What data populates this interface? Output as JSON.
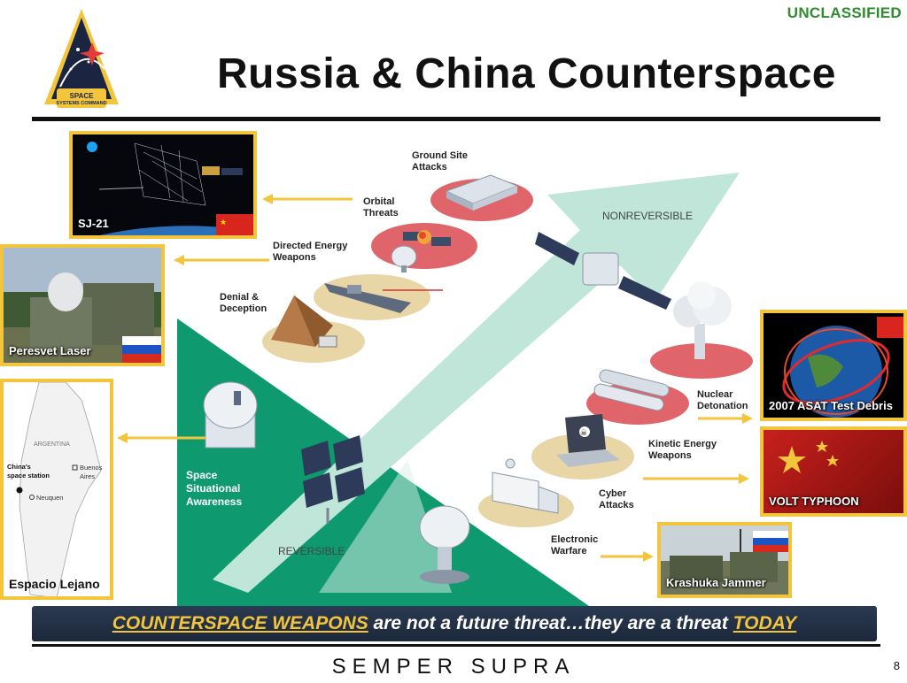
{
  "classification": "UNCLASSIFIED",
  "logo": {
    "line1": "SPACE",
    "line2": "SYSTEMS COMMAND"
  },
  "title": "Russia & China Counterspace",
  "photos": {
    "sj21": "SJ-21",
    "peresvet": "Peresvet Laser",
    "espacio": "Espacio Lejano",
    "asat": "2007 ASAT Test Debris",
    "volt": "VOLT TYPHOON",
    "krashuka": "Krashuka Jammer"
  },
  "diagram": {
    "nonreversible": "NONREVERSIBLE",
    "reversible": "REVERSIBLE",
    "ground_site": [
      "Ground Site",
      "Attacks"
    ],
    "orbital": [
      "Orbital",
      "Threats"
    ],
    "directed_energy": [
      "Directed Energy",
      "Weapons"
    ],
    "denial": [
      "Denial &",
      "Deception"
    ],
    "ssa": [
      "Space",
      "Situational",
      "Awareness"
    ],
    "nuclear": [
      "Nuclear",
      "Detonation"
    ],
    "kinetic": [
      "Kinetic Energy",
      "Weapons"
    ],
    "cyber": [
      "Cyber",
      "Attacks"
    ],
    "ew": [
      "Electronic",
      "Warfare"
    ]
  },
  "banner": {
    "part1": "COUNTERSPACE WEAPONS",
    "part2": " are not a future threat…they are a threat ",
    "part3": "TODAY"
  },
  "motto": "SEMPER SUPRA",
  "page_number": "8",
  "colors": {
    "accent_gold": "#f2c53d",
    "dark_green": "#0e9a6e",
    "light_teal": "#bfe6d9",
    "navy": "#1c273a"
  }
}
